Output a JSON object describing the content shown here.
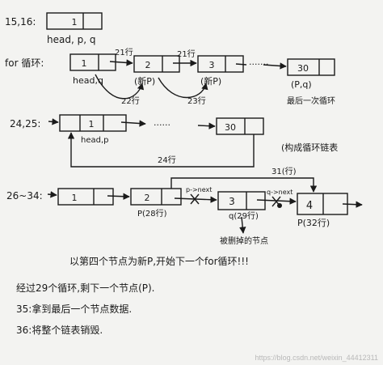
{
  "sections": {
    "s1516": {
      "label": "15,16:",
      "node1": "1",
      "caption": "head, p, q"
    },
    "s_for": {
      "label": "for 循环:",
      "nodes": [
        "1",
        "2",
        "3",
        "30"
      ],
      "ellipsis": "·······",
      "caption_head": "head,q",
      "caption_n2": "(新P)",
      "caption_n3": "(新P)",
      "caption_n30": "(P,q)",
      "arrow_21a": "21行",
      "arrow_21b": "21行",
      "arrow_22a": "22行",
      "arrow_22b": "23行",
      "note_last": "最后一次循环"
    },
    "s2425": {
      "label": "24,25:",
      "node_first": "1",
      "node_last": "30",
      "ellipsis": "······",
      "caption_head": "head,p",
      "arrow_24": "24行",
      "note_circular": "(构成循环链表"
    },
    "s2634": {
      "label": "26~34:",
      "nodes": [
        "1",
        "2",
        "3",
        "4"
      ],
      "caption_n2": "P(28行)",
      "caption_n3": "q(29行)",
      "caption_n4": "P(32行)",
      "arrow_pnext": "p->next",
      "arrow_qnext": "q->next",
      "arrow_31": "31(行)",
      "note_deleted": "被删掉的节点"
    }
  },
  "notes": {
    "line1": "以第四个节点为新P,开始下一个for循环!!!",
    "line2": "经过29个循环,剩下一个节点(P).",
    "line3": "35:拿到最后一个节点数据.",
    "line4": "36:将整个链表销毁."
  },
  "watermark": "https://blog.csdn.net/weixin_44412311"
}
